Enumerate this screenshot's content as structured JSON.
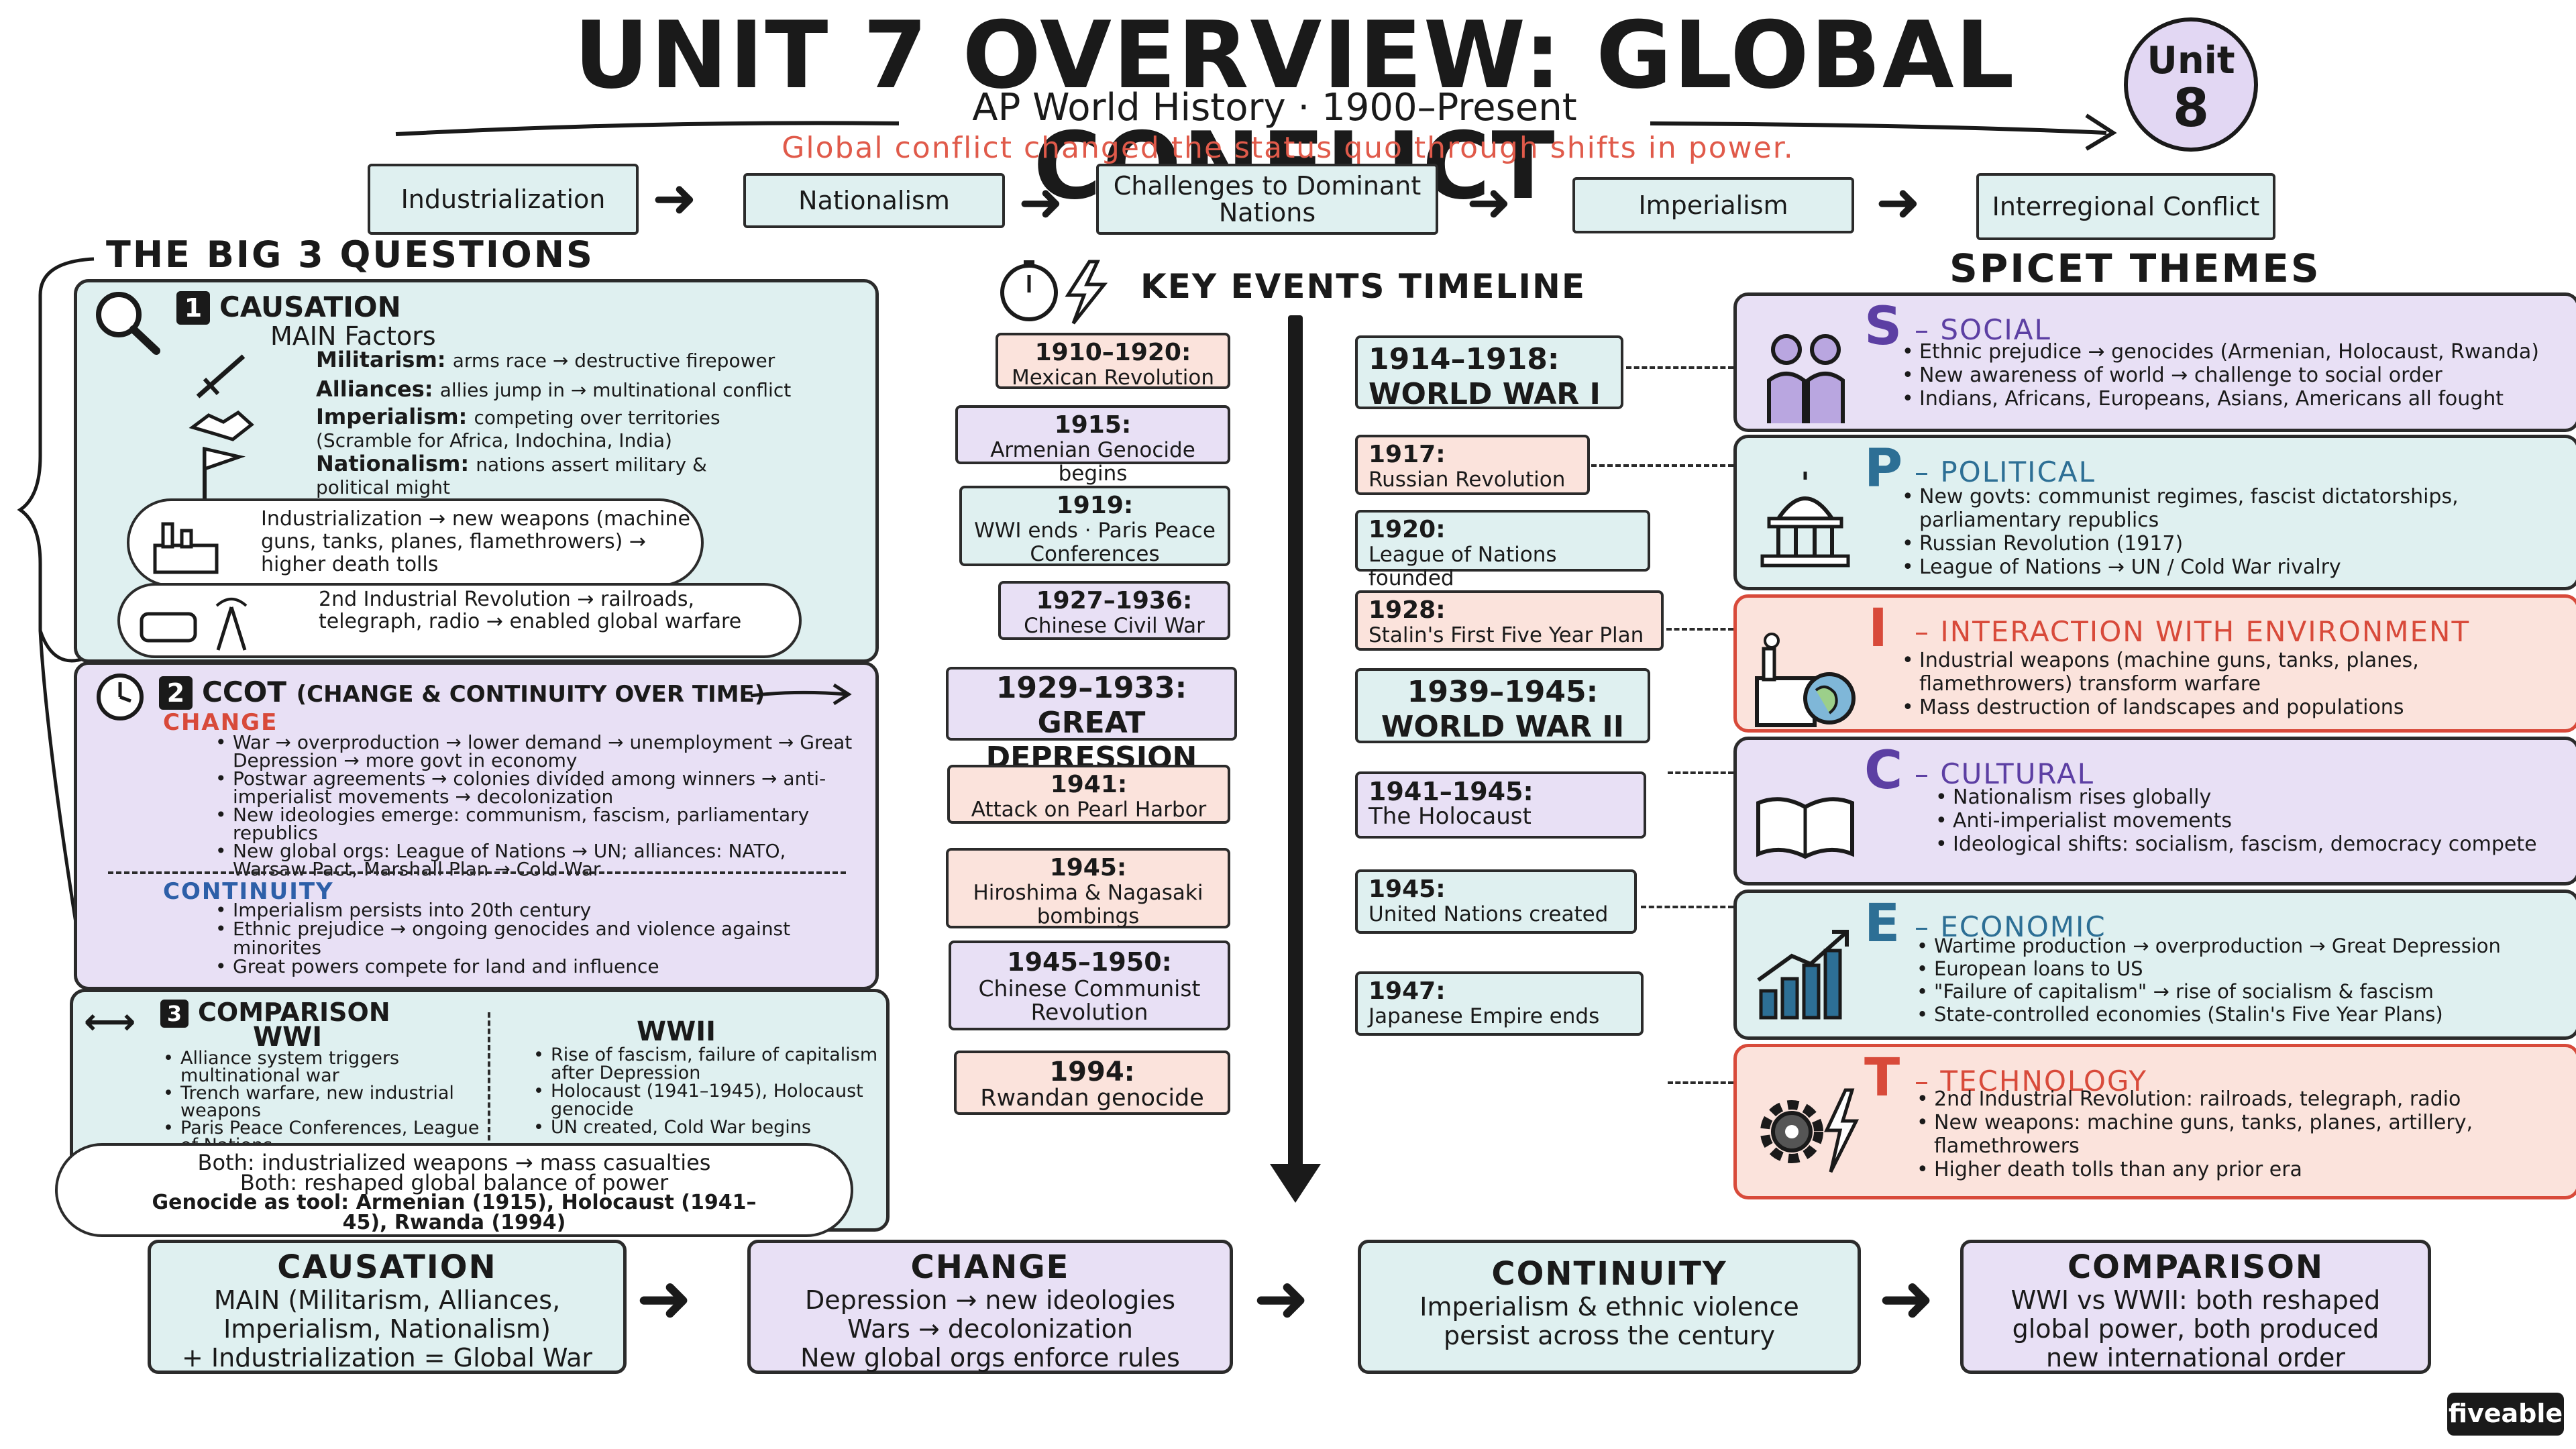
{
  "header": {
    "title": "UNIT 7 OVERVIEW: GLOBAL CONFLICT",
    "subtitle": "AP World History · 1900–Present",
    "tagline": "Global conflict changed the status quo through shifts in power.",
    "badge_line1": "Unit",
    "badge_line2": "8"
  },
  "flow": [
    "Industrialization",
    "Nationalism",
    "Challenges to Dominant Nations",
    "Imperialism",
    "Interregional Conflict"
  ],
  "big3": {
    "heading": "THE BIG 3 QUESTIONS",
    "causation": {
      "num": "1",
      "title": "CAUSATION",
      "main_label": "MAIN Factors",
      "militarism_k": "Militarism:",
      "militarism_v": "arms race → destructive firepower",
      "alliances_k": "Alliances:",
      "alliances_v": "allies jump in → multinational conflict",
      "imperialism_k": "Imperialism:",
      "imperialism_v": "competing over territories (Scramble for Africa, Indochina, India)",
      "nationalism_k": "Nationalism:",
      "nationalism_v": "nations assert military & political might",
      "industrial": "Industrialization → new weapons (machine guns, tanks, planes, flamethrowers) → higher death tolls",
      "second_ir": "2nd Industrial Revolution → railroads, telegraph, radio → enabled global warfare"
    },
    "ccot": {
      "num": "2",
      "title": "CCOT",
      "title_sub": "(CHANGE & CONTINUITY OVER TIME)",
      "change_label": "CHANGE",
      "change_items": [
        "War → overproduction → lower demand → unemployment → Great Depression → more govt in economy",
        "Postwar agreements → colonies divided among winners → anti-imperialist movements → decolonization",
        "New ideologies emerge: communism, fascism, parliamentary republics",
        "New global orgs: League of Nations → UN; alliances: NATO, Warsaw Pact, Marshall Plan → Cold War"
      ],
      "continuity_label": "CONTINUITY",
      "continuity_items": [
        "Imperialism persists into 20th century",
        "Ethnic prejudice → ongoing genocides and violence against minorites",
        "Great powers compete for land and influence"
      ]
    },
    "comparison": {
      "num": "3",
      "title": "COMPARISON",
      "wwi_label": "WWI",
      "wwi_items": [
        "Alliance system triggers multinational war",
        "Trench warfare, new industrial weapons",
        "Paris Peace Conferences, League of Nations"
      ],
      "wwii_label": "WWII",
      "wwii_items": [
        "Rise of fascism, failure of capitalism after Depression",
        "Holocaust (1941–1945), Holocaust genocide",
        "UN created, Cold War begins"
      ],
      "both1": "Both: industrialized weapons → mass casualties",
      "both2": "Both: reshaped global balance of power",
      "genocide": "Genocide as tool: Armenian (1915), Holocaust (1941–45), Rwanda (1994)"
    }
  },
  "timeline": {
    "heading": "KEY EVENTS TIMELINE",
    "left": [
      {
        "date": "1910–1920:",
        "name": "Mexican Revolution"
      },
      {
        "date": "1915:",
        "name": "Armenian Genocide begins"
      },
      {
        "date": "1919:",
        "name": "WWI ends · Paris Peace Conferences"
      },
      {
        "date": "1927–1936:",
        "name": "Chinese Civil War"
      },
      {
        "date": "1929–1933:",
        "name": "GREAT DEPRESSION"
      },
      {
        "date": "1941:",
        "name": "Attack on Pearl Harbor"
      },
      {
        "date": "1945:",
        "name": "Hiroshima & Nagasaki bombings"
      },
      {
        "date": "1945–1950:",
        "name": "Chinese Communist Revolution"
      },
      {
        "date": "1994:",
        "name": "Rwandan genocide"
      }
    ],
    "right": [
      {
        "date": "1914–1918:",
        "name": "WORLD WAR I"
      },
      {
        "date": "1917:",
        "name": "Russian Revolution"
      },
      {
        "date": "1920:",
        "name": "League of Nations founded"
      },
      {
        "date": "1928:",
        "name": "Stalin's First Five Year Plan"
      },
      {
        "date": "1939–1945:",
        "name": "WORLD WAR II"
      },
      {
        "date": "1941–1945:",
        "name": "The Holocaust"
      },
      {
        "date": "1945:",
        "name": "United Nations created"
      },
      {
        "date": "1947:",
        "name": "Japanese Empire ends"
      }
    ]
  },
  "spicet": {
    "heading": "SPICET THEMES",
    "themes": [
      {
        "letter": "S",
        "name": "– SOCIAL",
        "items": [
          "Ethnic prejudice → genocides (Armenian, Holocaust, Rwanda)",
          "New awareness of world → challenge to social order",
          "Indians, Africans, Europeans, Asians, Americans all fought"
        ]
      },
      {
        "letter": "P",
        "name": "– POLITICAL",
        "items": [
          "New govts: communist regimes, fascist dictatorships, parliamentary republics",
          "Russian Revolution (1917)",
          "League of Nations → UN  /  Cold War rivalry"
        ]
      },
      {
        "letter": "I",
        "name": "– INTERACTION WITH ENVIRONMENT",
        "items": [
          "Industrial weapons (machine guns, tanks, planes, flamethrowers) transform warfare",
          "Mass destruction of landscapes and populations"
        ]
      },
      {
        "letter": "C",
        "name": "– CULTURAL",
        "items": [
          "Nationalism rises globally",
          "Anti-imperialist movements",
          "Ideological shifts: socialism, fascism, democracy compete"
        ]
      },
      {
        "letter": "E",
        "name": "– ECONOMIC",
        "items": [
          "Wartime production → overproduction → Great Depression",
          "European loans to US",
          "\"Failure of capitalism\" → rise of socialism & fascism",
          "State-controlled economies (Stalin's Five Year Plans)"
        ]
      },
      {
        "letter": "T",
        "name": "– TECHNOLOGY",
        "items": [
          "2nd Industrial Revolution: railroads, telegraph, radio",
          "New weapons: machine guns, tanks, planes, artillery, flamethrowers",
          "Higher death tolls than any prior era"
        ]
      }
    ]
  },
  "summary": [
    {
      "head": "CAUSATION",
      "l1": "MAIN (Militarism, Alliances,",
      "l2": "Imperialism, Nationalism)",
      "l3": "+ Industrialization = Global War"
    },
    {
      "head": "CHANGE",
      "l1": "Depression → new ideologies",
      "l2": "Wars → decolonization",
      "l3": "New global orgs enforce rules"
    },
    {
      "head": "CONTINUITY",
      "l1": "Imperialism & ethnic violence",
      "l2": "persist across the century",
      "l3": ""
    },
    {
      "head": "COMPARISON",
      "l1": "WWI vs WWII: both reshaped",
      "l2": "global power, both produced",
      "l3": "new international order"
    }
  ],
  "brand": "fiveable",
  "colors": {
    "teal": "#dff0f0",
    "purple": "#e8e0f5",
    "salmon": "#fbe3dc",
    "red": "#d84a3a",
    "blue": "#2d5fa8"
  }
}
